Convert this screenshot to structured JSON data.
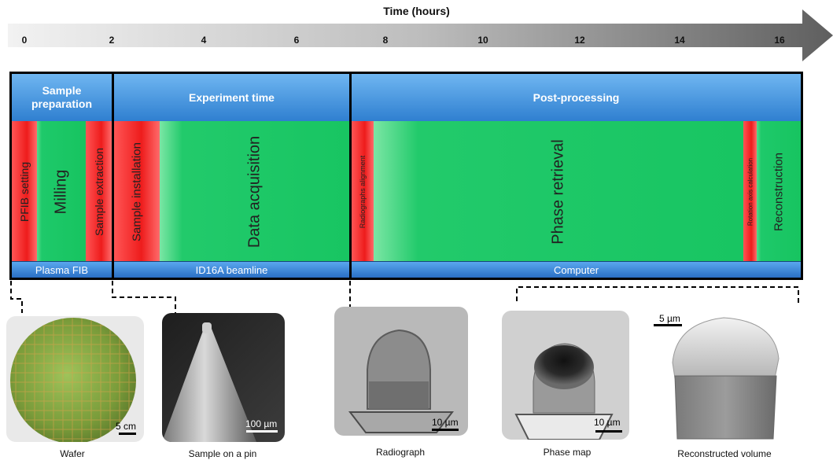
{
  "timeline": {
    "title": "Time (hours)",
    "ticks": [
      "0",
      "2",
      "4",
      "6",
      "8",
      "10",
      "12",
      "14",
      "16"
    ]
  },
  "sections": [
    {
      "title": "Sample preparation",
      "footer": "Plasma FIB",
      "steps": [
        "PFIB setting",
        "Milling",
        "Sample extraction"
      ]
    },
    {
      "title": "Experiment time",
      "footer": "ID16A beamline",
      "steps": [
        "Sample installation",
        "Data acquisition"
      ]
    },
    {
      "title": "Post-processing",
      "footer": "Computer",
      "steps": [
        "Radiographs alignment",
        "Phase retrieval",
        "Rotation axis calculation",
        "Reconstruction"
      ]
    }
  ],
  "images": [
    {
      "caption": "Wafer",
      "scale": "5 cm"
    },
    {
      "caption": "Sample on a pin",
      "scale": "100 µm"
    },
    {
      "caption": "Radiograph",
      "scale": "10 µm"
    },
    {
      "caption": "Phase map",
      "scale": "10 µm"
    },
    {
      "caption": "Reconstructed volume",
      "scale": "5 µm"
    }
  ],
  "colors": {
    "header_blue": "#3b8de0",
    "step_green": "#1ec96a",
    "step_red": "#ee1c1c",
    "arrow_gray": "#6b6b6b"
  }
}
